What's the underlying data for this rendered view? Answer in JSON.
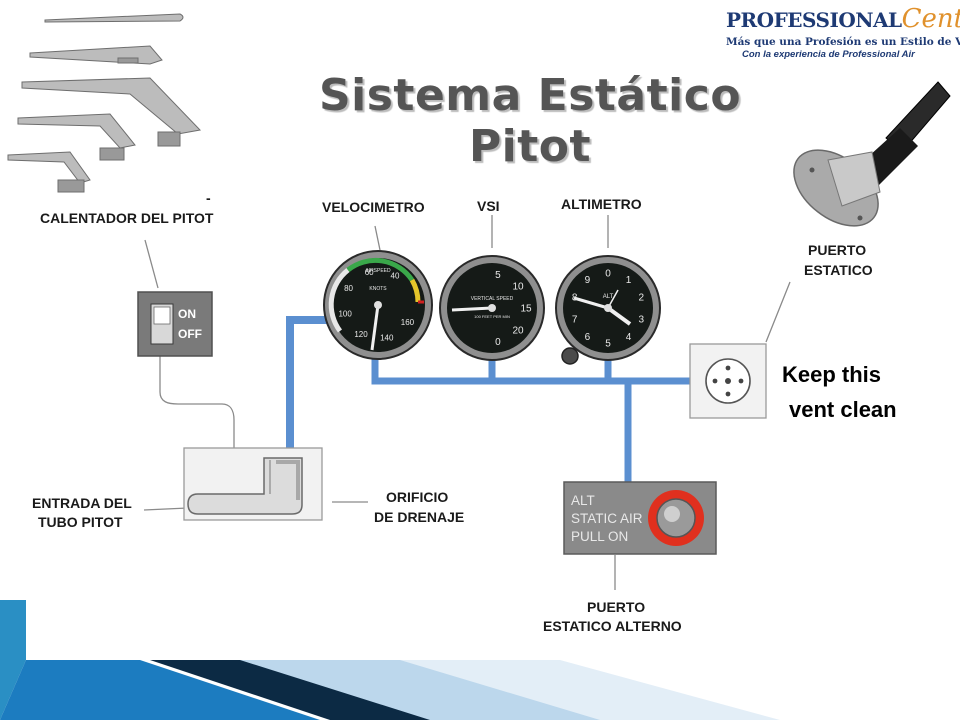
{
  "title": "Sistema Estático Pitot",
  "logo": {
    "brand": "PROFESSIONAL",
    "script": "Center",
    "tagline": "Más que una Profesión es un Estilo de Vida",
    "sub": "Con la experiencia de Professional Air",
    "mark": "®"
  },
  "labels": {
    "heater_dash": "-",
    "heater": "CALENTADOR DEL PITOT",
    "airspeed": "VELOCIMETRO",
    "vsi": "VSI",
    "altimeter": "ALTIMETRO",
    "static_port_1": "PUERTO",
    "static_port_2": "ESTATICO",
    "pitot_inlet_1": "ENTRADA DEL",
    "pitot_inlet_2": "TUBO PITOT",
    "drain_1": "ORIFICIO",
    "drain_2": "DE DRENAJE",
    "alt_port_1": "PUERTO",
    "alt_port_2": "ESTATICO ALTERNO"
  },
  "note": {
    "line1": "Keep this",
    "line2": "vent clean"
  },
  "switch": {
    "on": "ON",
    "off": "OFF"
  },
  "alt_air": {
    "line1": "ALT",
    "line2": "STATIC AIR",
    "line3": "PULL ON"
  },
  "gauges": {
    "airspeed": {
      "face_title": "AIRSPEED",
      "unit": "KNOTS",
      "ticks": [
        "40",
        "60",
        "80",
        "100",
        "120",
        "140",
        "160"
      ]
    },
    "vsi": {
      "face_title": "VERTICAL SPEED",
      "face_sub": "100 FEET PER MIN",
      "ticks": [
        "5",
        "10",
        "15",
        "20",
        "0"
      ]
    },
    "altimeter": {
      "face_title": "ALT",
      "ticks": [
        "0",
        "1",
        "2",
        "3",
        "4",
        "5",
        "6",
        "7",
        "8",
        "9"
      ]
    }
  },
  "colors": {
    "tube": "#5b8fd0",
    "accent_blue": "#1c7cc0",
    "title": "#555555",
    "brand_blue": "#1e3a74",
    "brand_orange": "#e0912c",
    "knob_ring": "#e0301e",
    "panel_grey": "#8a8a8a"
  }
}
